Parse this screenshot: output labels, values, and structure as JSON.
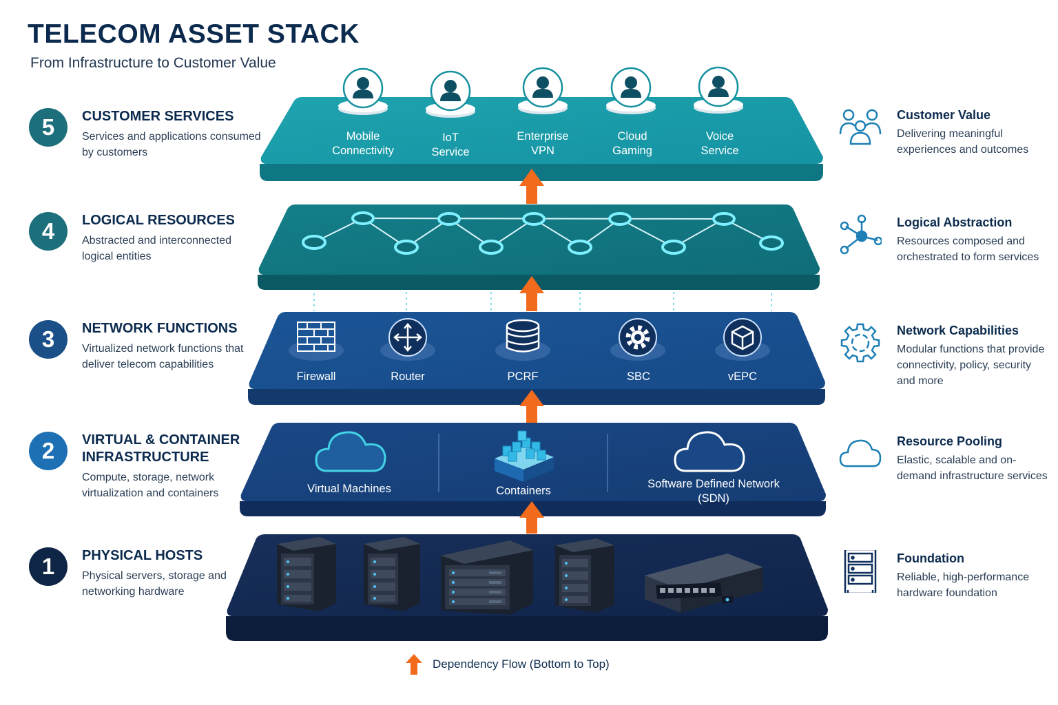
{
  "title": "TELECOM ASSET STACK",
  "subtitle": "From Infrastructure to Customer Value",
  "colors": {
    "accent_orange": "#f26b1d",
    "layer5": "#1a9aa8",
    "layer4": "#137783",
    "layer3": "#18508f",
    "layer2": "#173f78",
    "layer1": "#142a52"
  },
  "layers": [
    {
      "number": "5",
      "title": "CUSTOMER SERVICES",
      "description": "Services and applications consumed by customers",
      "color": "#1d6f7b"
    },
    {
      "number": "4",
      "title": "LOGICAL RESOURCES",
      "description": "Abstracted and interconnected logical entities",
      "color": "#1d6f7b"
    },
    {
      "number": "3",
      "title": "NETWORK FUNCTIONS",
      "description": "Virtualized network functions that deliver telecom capabilities",
      "color": "#1a4f87"
    },
    {
      "number": "2",
      "title": "VIRTUAL & CONTAINER INFRASTRUCTURE",
      "description": "Compute, storage, network virtualization and containers",
      "color": "#1c70b3"
    },
    {
      "number": "1",
      "title": "PHYSICAL HOSTS",
      "description": "Physical servers, storage and networking hardware",
      "color": "#0f2545"
    }
  ],
  "right_panel": [
    {
      "icon": "customer-group-icon",
      "title": "Customer Value",
      "description": "Delivering meaningful experiences and outcomes"
    },
    {
      "icon": "network-nodes-icon",
      "title": "Logical Abstraction",
      "description": "Resources composed and orchestrated to form services"
    },
    {
      "icon": "gear-icon",
      "title": "Network Capabilities",
      "description": "Modular functions that provide connectivity, policy, security and more"
    },
    {
      "icon": "cloud-icon",
      "title": "Resource Pooling",
      "description": "Elastic, scalable and on-demand infrastructure services"
    },
    {
      "icon": "server-rack-icon",
      "title": "Foundation",
      "description": "Reliable, high-performance hardware foundation"
    }
  ],
  "customer_services": [
    {
      "line1": "Mobile",
      "line2": "Connectivity"
    },
    {
      "line1": "IoT",
      "line2": "Service"
    },
    {
      "line1": "Enterprise",
      "line2": "VPN"
    },
    {
      "line1": "Cloud",
      "line2": "Gaming"
    },
    {
      "line1": "Voice",
      "line2": "Service"
    }
  ],
  "network_functions": [
    {
      "label": "Firewall",
      "icon": "firewall-icon"
    },
    {
      "label": "Router",
      "icon": "router-icon"
    },
    {
      "label": "PCRF",
      "icon": "database-icon"
    },
    {
      "label": "SBC",
      "icon": "gear-icon"
    },
    {
      "label": "vEPC",
      "icon": "cube-icon"
    }
  ],
  "virtual_infrastructure": [
    {
      "label": "Virtual Machines",
      "icon": "cloud-icon"
    },
    {
      "label": "Containers",
      "icon": "containers-icon"
    },
    {
      "line1": "Software Defined Network",
      "line2": "(SDN)",
      "icon": "cloud-icon"
    }
  ],
  "physical_hosts": [
    "server-tower-icon",
    "server-tower-icon",
    "server-chassis-icon",
    "server-tower-icon",
    "network-switch-icon"
  ],
  "legend": {
    "label": "Dependency Flow (Bottom to Top)"
  }
}
